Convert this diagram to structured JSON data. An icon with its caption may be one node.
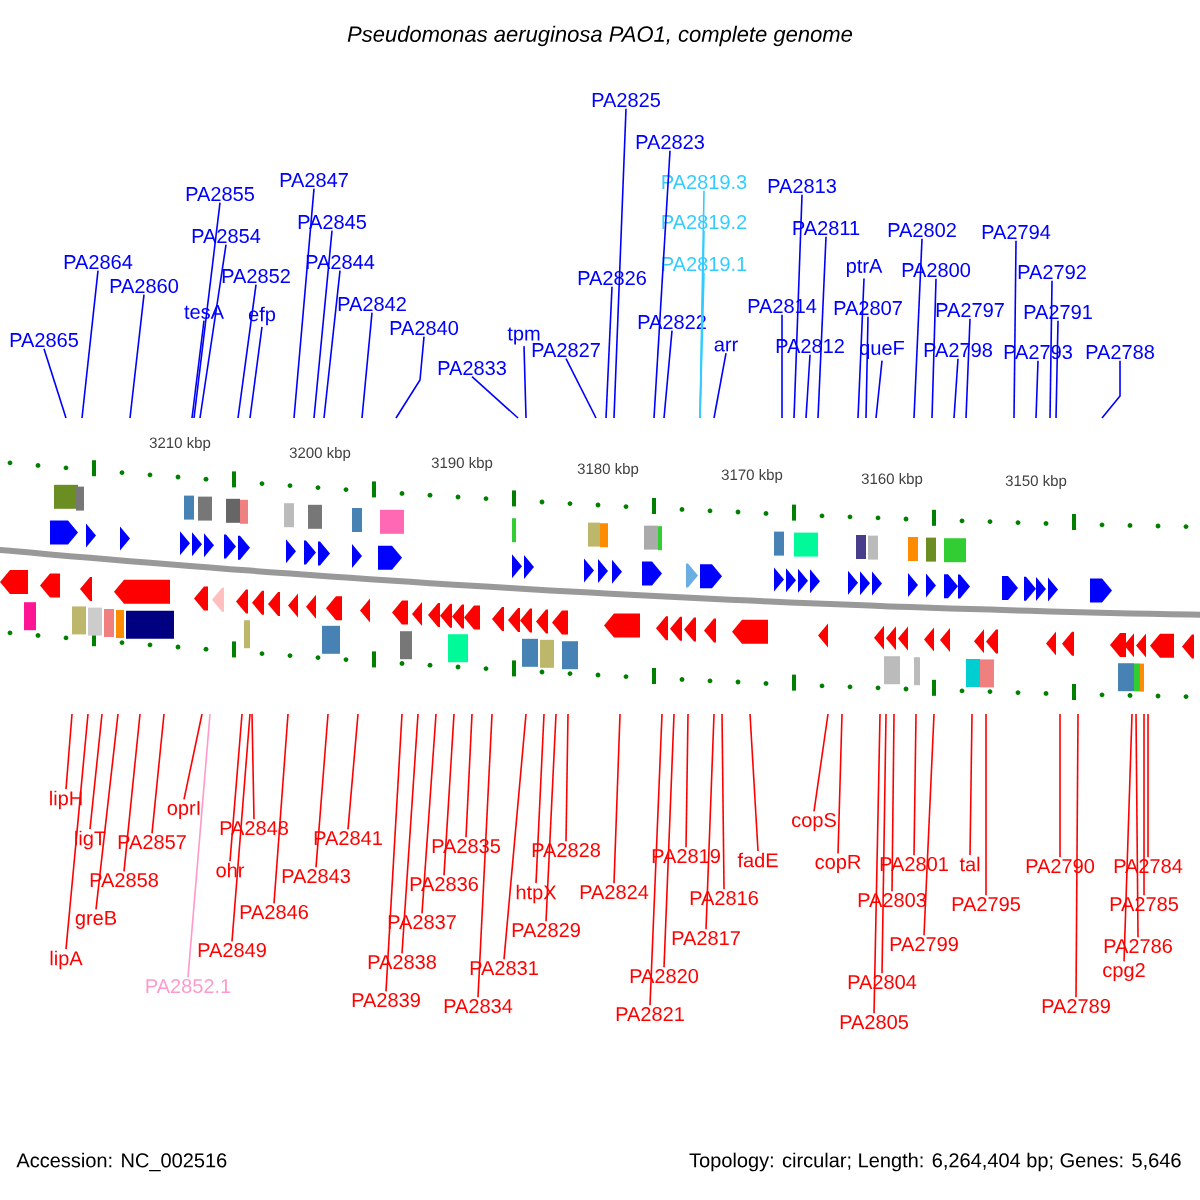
{
  "diagram": {
    "title": "Pseudomonas aeruginosa PAO1, complete genome",
    "nodes": [
      {
        "text": [
          "PA2865"
        ]
      },
      {
        "text": [
          "PA2864"
        ]
      },
      {
        "text": [
          "PA2860"
        ]
      },
      {
        "text": [
          "PA2855"
        ]
      },
      {
        "text": [
          "PA2854"
        ]
      },
      {
        "text": [
          "tesA"
        ]
      },
      {
        "text": [
          "PA2852"
        ]
      },
      {
        "text": [
          "efp"
        ]
      },
      {
        "text": [
          "PA2847"
        ]
      },
      {
        "text": [
          "PA2845"
        ]
      },
      {
        "text": [
          "PA2844"
        ]
      },
      {
        "text": [
          "PA2842"
        ]
      },
      {
        "text": [
          "PA2840"
        ]
      },
      {
        "text": [
          "PA2833"
        ]
      },
      {
        "text": [
          "tpm"
        ]
      },
      {
        "text": [
          "PA2827"
        ]
      },
      {
        "text": [
          "PA2826"
        ]
      },
      {
        "text": [
          "PA2825"
        ]
      },
      {
        "text": [
          "PA2823"
        ]
      },
      {
        "text": [
          "PA2822"
        ]
      },
      {
        "text": [
          "PA2819.3"
        ]
      },
      {
        "text": [
          "PA2819.2"
        ]
      },
      {
        "text": [
          "PA2819.1"
        ]
      },
      {
        "text": [
          "arr"
        ]
      },
      {
        "text": [
          "PA2814"
        ]
      },
      {
        "text": [
          "PA2813"
        ]
      },
      {
        "text": [
          "PA2812"
        ]
      },
      {
        "text": [
          "PA2811"
        ]
      },
      {
        "text": [
          "ptrA"
        ]
      },
      {
        "text": [
          "PA2807"
        ]
      },
      {
        "text": [
          "queF"
        ]
      },
      {
        "text": [
          "PA2802"
        ]
      },
      {
        "text": [
          "PA2800"
        ]
      },
      {
        "text": [
          "PA2798"
        ]
      },
      {
        "text": [
          "PA2797"
        ]
      },
      {
        "text": [
          "PA2794"
        ]
      },
      {
        "text": [
          "PA2793"
        ]
      },
      {
        "text": [
          "PA2792"
        ]
      },
      {
        "text": [
          "PA2791"
        ]
      },
      {
        "text": [
          "PA2788"
        ]
      },
      {
        "text": [
          "lipH"
        ]
      },
      {
        "text": [
          "lipA"
        ]
      },
      {
        "text": [
          "ligT"
        ]
      },
      {
        "text": [
          "greB"
        ]
      },
      {
        "text": [
          "PA2858"
        ]
      },
      {
        "text": [
          "PA2857"
        ]
      },
      {
        "text": [
          "oprI"
        ]
      },
      {
        "text": [
          "PA2852.1"
        ]
      },
      {
        "text": [
          "ohr"
        ]
      },
      {
        "text": [
          "PA2849"
        ]
      },
      {
        "text": [
          "PA2848"
        ]
      },
      {
        "text": [
          "PA2846"
        ]
      },
      {
        "text": [
          "PA2843"
        ]
      },
      {
        "text": [
          "PA2841"
        ]
      },
      {
        "text": [
          "PA2839"
        ]
      },
      {
        "text": [
          "PA2838"
        ]
      },
      {
        "text": [
          "PA2837"
        ]
      },
      {
        "text": [
          "PA2836"
        ]
      },
      {
        "text": [
          "PA2835"
        ]
      },
      {
        "text": [
          "PA2834"
        ]
      },
      {
        "text": [
          "PA2831"
        ]
      },
      {
        "text": [
          "htpX"
        ]
      },
      {
        "text": [
          "PA2829"
        ]
      },
      {
        "text": [
          "PA2828"
        ]
      },
      {
        "text": [
          "PA2824"
        ]
      },
      {
        "text": [
          "PA2821"
        ]
      },
      {
        "text": [
          "PA2820"
        ]
      },
      {
        "text": [
          "PA2819"
        ]
      },
      {
        "text": [
          "PA2817"
        ]
      },
      {
        "text": [
          "PA2816"
        ]
      },
      {
        "text": [
          "fadE"
        ]
      },
      {
        "text": [
          "copS"
        ]
      },
      {
        "text": [
          "copR"
        ]
      },
      {
        "text": [
          "PA2805"
        ]
      },
      {
        "text": [
          "PA2804"
        ]
      },
      {
        "text": [
          "PA2803"
        ]
      },
      {
        "text": [
          "PA2801"
        ]
      },
      {
        "text": [
          "PA2799"
        ]
      },
      {
        "text": [
          "tal"
        ]
      },
      {
        "text": [
          "PA2795"
        ]
      },
      {
        "text": [
          "PA2790"
        ]
      },
      {
        "text": [
          "PA2789"
        ]
      },
      {
        "text": [
          "PA2786"
        ]
      },
      {
        "text": [
          "cpg2"
        ]
      },
      {
        "text": [
          "PA2785"
        ]
      },
      {
        "text": [
          "PA2784"
        ]
      }
    ],
    "edges": [
      {
        "from": 0,
        "to": null,
        "arrow": "none",
        "color": "#0000ff"
      },
      {
        "from": 1,
        "to": null,
        "arrow": "none",
        "color": "#0000ff"
      },
      {
        "from": 2,
        "to": null,
        "arrow": "none",
        "color": "#0000ff"
      },
      {
        "from": 3,
        "to": null,
        "arrow": "none",
        "color": "#0000ff"
      },
      {
        "from": 4,
        "to": null,
        "arrow": "none",
        "color": "#0000ff"
      },
      {
        "from": 5,
        "to": null,
        "arrow": "none",
        "color": "#0000ff"
      },
      {
        "from": 6,
        "to": null,
        "arrow": "none",
        "color": "#0000ff"
      },
      {
        "from": 7,
        "to": null,
        "arrow": "none",
        "color": "#0000ff"
      },
      {
        "from": 8,
        "to": null,
        "arrow": "none",
        "color": "#0000ff"
      },
      {
        "from": 9,
        "to": null,
        "arrow": "none",
        "color": "#0000ff"
      },
      {
        "from": 10,
        "to": null,
        "arrow": "none",
        "color": "#0000ff"
      },
      {
        "from": 11,
        "to": null,
        "arrow": "none",
        "color": "#0000ff"
      },
      {
        "from": 12,
        "to": null,
        "arrow": "none",
        "color": "#0000ff"
      },
      {
        "from": 13,
        "to": null,
        "arrow": "none",
        "color": "#0000ff"
      },
      {
        "from": 14,
        "to": null,
        "arrow": "none",
        "color": "#0000ff"
      },
      {
        "from": 15,
        "to": null,
        "arrow": "none",
        "color": "#0000ff"
      },
      {
        "from": 16,
        "to": null,
        "arrow": "none",
        "color": "#0000ff"
      },
      {
        "from": 17,
        "to": null,
        "arrow": "none",
        "color": "#0000ff"
      },
      {
        "from": 18,
        "to": null,
        "arrow": "none",
        "color": "#0000ff"
      },
      {
        "from": 19,
        "to": null,
        "arrow": "none",
        "color": "#0000ff"
      },
      {
        "from": 20,
        "to": null,
        "arrow": "none",
        "color": "#33ccff"
      },
      {
        "from": 21,
        "to": null,
        "arrow": "none",
        "color": "#33ccff"
      },
      {
        "from": 22,
        "to": null,
        "arrow": "none",
        "color": "#33ccff"
      },
      {
        "from": 23,
        "to": null,
        "arrow": "none",
        "color": "#0000ff"
      },
      {
        "from": 24,
        "to": null,
        "arrow": "none",
        "color": "#0000ff"
      },
      {
        "from": 25,
        "to": null,
        "arrow": "none",
        "color": "#0000ff"
      },
      {
        "from": 26,
        "to": null,
        "arrow": "none",
        "color": "#0000ff"
      },
      {
        "from": 27,
        "to": null,
        "arrow": "none",
        "color": "#0000ff"
      },
      {
        "from": 28,
        "to": null,
        "arrow": "none",
        "color": "#0000ff"
      },
      {
        "from": 29,
        "to": null,
        "arrow": "none",
        "color": "#0000ff"
      },
      {
        "from": 30,
        "to": null,
        "arrow": "none",
        "color": "#0000ff"
      },
      {
        "from": 31,
        "to": null,
        "arrow": "none",
        "color": "#0000ff"
      },
      {
        "from": 32,
        "to": null,
        "arrow": "none",
        "color": "#0000ff"
      },
      {
        "from": 33,
        "to": null,
        "arrow": "none",
        "color": "#0000ff"
      },
      {
        "from": 34,
        "to": null,
        "arrow": "none",
        "color": "#0000ff"
      },
      {
        "from": 35,
        "to": null,
        "arrow": "none",
        "color": "#0000ff"
      },
      {
        "from": 36,
        "to": null,
        "arrow": "none",
        "color": "#0000ff"
      },
      {
        "from": 37,
        "to": null,
        "arrow": "none",
        "color": "#0000ff"
      },
      {
        "from": 38,
        "to": null,
        "arrow": "none",
        "color": "#0000ff"
      },
      {
        "from": 39,
        "to": null,
        "arrow": "none",
        "color": "#0000ff"
      },
      {
        "from": 40,
        "to": null,
        "arrow": "none"
      },
      {
        "from": 41,
        "to": null,
        "arrow": "none"
      },
      {
        "from": 42,
        "to": null,
        "arrow": "none"
      },
      {
        "from": 43,
        "to": null,
        "arrow": "none"
      },
      {
        "from": 44,
        "to": null,
        "arrow": "none"
      },
      {
        "from": 45,
        "to": null,
        "arrow": "none"
      },
      {
        "from": 46,
        "to": null,
        "arrow": "none"
      },
      {
        "from": 47,
        "to": null,
        "arrow": "none",
        "color": "#ff99cc"
      },
      {
        "from": 48,
        "to": null,
        "arrow": "none"
      },
      {
        "from": 49,
        "to": null,
        "arrow": "none"
      },
      {
        "from": 50,
        "to": null,
        "arrow": "none"
      },
      {
        "from": 51,
        "to": null,
        "arrow": "none"
      },
      {
        "from": 52,
        "to": null,
        "arrow": "none"
      },
      {
        "from": 53,
        "to": null,
        "arrow": "none"
      },
      {
        "from": 54,
        "to": null,
        "arrow": "none"
      },
      {
        "from": 55,
        "to": null,
        "arrow": "none"
      },
      {
        "from": 56,
        "to": null,
        "arrow": "none"
      },
      {
        "from": 57,
        "to": null,
        "arrow": "none"
      },
      {
        "from": 58,
        "to": null,
        "arrow": "none"
      },
      {
        "from": 59,
        "to": null,
        "arrow": "none"
      },
      {
        "from": 60,
        "to": null,
        "arrow": "none"
      },
      {
        "from": 61,
        "to": null,
        "arrow": "none"
      },
      {
        "from": 62,
        "to": null,
        "arrow": "none"
      },
      {
        "from": 63,
        "to": null,
        "arrow": "none"
      },
      {
        "from": 64,
        "to": null,
        "arrow": "none"
      },
      {
        "from": 65,
        "to": null,
        "arrow": "none"
      },
      {
        "from": 66,
        "to": null,
        "arrow": "none"
      },
      {
        "from": 67,
        "to": null,
        "arrow": "none"
      },
      {
        "from": 68,
        "to": null,
        "arrow": "none"
      },
      {
        "from": 69,
        "to": null,
        "arrow": "none"
      },
      {
        "from": 70,
        "to": null,
        "arrow": "none"
      },
      {
        "from": 71,
        "to": null,
        "arrow": "none"
      },
      {
        "from": 72,
        "to": null,
        "arrow": "none"
      },
      {
        "from": 73,
        "to": null,
        "arrow": "none"
      },
      {
        "from": 74,
        "to": null,
        "arrow": "none"
      },
      {
        "from": 75,
        "to": null,
        "arrow": "none"
      },
      {
        "from": 76,
        "to": null,
        "arrow": "none"
      },
      {
        "from": 77,
        "to": null,
        "arrow": "none"
      },
      {
        "from": 78,
        "to": null,
        "arrow": "none"
      },
      {
        "from": 79,
        "to": null,
        "arrow": "none"
      },
      {
        "from": 80,
        "to": null,
        "arrow": "none"
      },
      {
        "from": 81,
        "to": null,
        "arrow": "none"
      },
      {
        "from": 82,
        "to": null,
        "arrow": "none"
      },
      {
        "from": 83,
        "to": null,
        "arrow": "none"
      },
      {
        "from": 84,
        "to": null,
        "arrow": "none"
      },
      {
        "from": 85,
        "to": null,
        "arrow": "none"
      }
    ],
    "labels": [
      "3210 kbp",
      "3200 kbp",
      "3190 kbp",
      "3180 kbp",
      "3170 kbp",
      "3160 kbp",
      "3150 kbp",
      "Accession: NC_002516",
      "Topology: circular; Length: 6,264,404 bp; Genes: 5,646"
    ]
  }
}
